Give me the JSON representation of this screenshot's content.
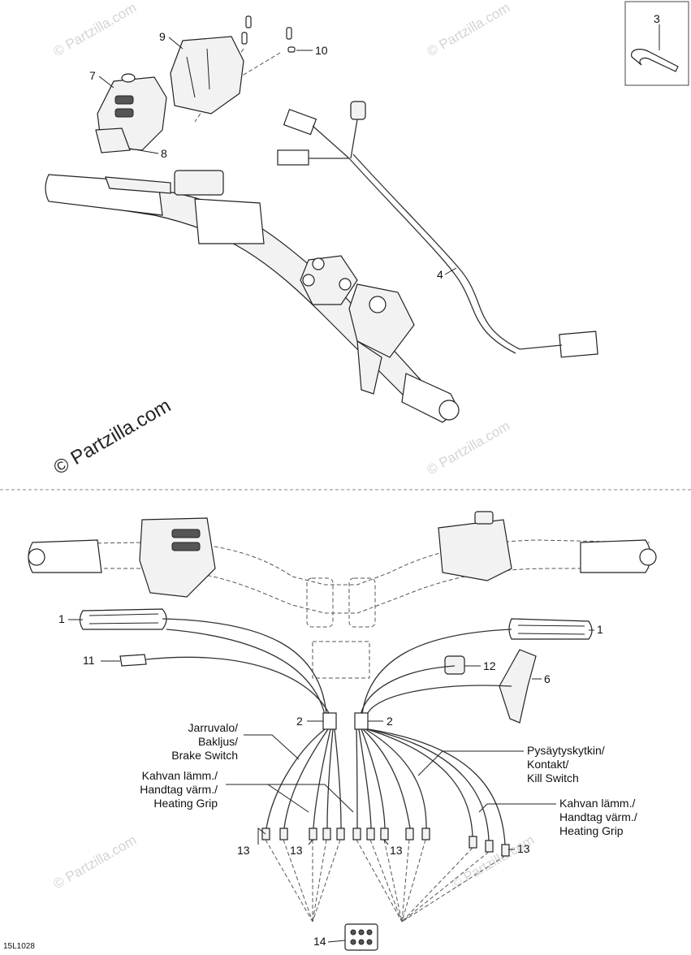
{
  "watermark": {
    "main": "© Partzilla.com",
    "faint": "© Partzilla.com"
  },
  "diagram_code": "15L1028",
  "callouts": {
    "c1": "1",
    "c2": "2",
    "c3": "3",
    "c4": "4",
    "c6": "6",
    "c7": "7",
    "c8": "8",
    "c9": "9",
    "c10": "10",
    "c11": "11",
    "c12": "12",
    "c13": "13",
    "c14": "14"
  },
  "wire_labels": {
    "brake": [
      "Jarruvalo/",
      "Bakljus/",
      "Brake Switch"
    ],
    "heating_left": [
      "Kahvan lämm./",
      "Handtag värm./",
      "Heating Grip"
    ],
    "kill": [
      "Pysäytyskytkin/",
      "Kontakt/",
      "Kill Switch"
    ],
    "heating_right": [
      "Kahvan lämm./",
      "Handtag värm./",
      "Heating Grip"
    ]
  }
}
